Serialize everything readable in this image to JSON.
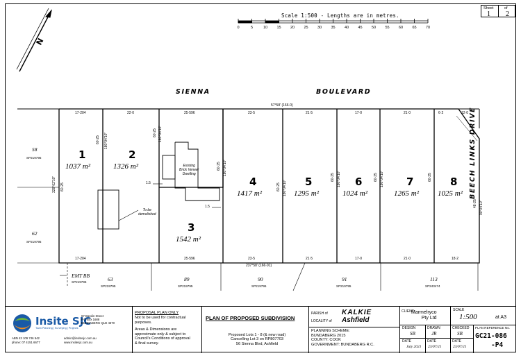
{
  "sheet": {
    "sheet_label": "Sheet",
    "of_label": "of",
    "number": "1",
    "total": "2"
  },
  "scale_bar": {
    "title": "Scale 1:500 - Lengths are in metres.",
    "ticks": [
      "0",
      "5",
      "10",
      "15",
      "20",
      "25",
      "30",
      "35",
      "40",
      "45",
      "50",
      "55",
      "60",
      "65",
      "70"
    ]
  },
  "north_label": "N",
  "roads": {
    "sienna": "SIENNA",
    "boulevard": "BOULEVARD",
    "beech_links": "BEECH LINKS DRIVE"
  },
  "dimensions": {
    "road_frontage": "57°58' (166·0)",
    "rear_bearing": "237°58' (166·01)",
    "left_boundary": "328°02'10\"",
    "left_boundary_len": "60·25",
    "lot1_front": "17·204",
    "lot1_rear": "17·204",
    "lot1_side": "60·25",
    "lot1_bearing": "180°04'10\"",
    "lot2_front": "22·0",
    "lot3_front": "25·596",
    "lot3_rear": "25·596",
    "lot3_side": "60·25",
    "lot3_bearing": "180°04'10\"",
    "lot4_front": "23·5",
    "lot4_rear": "23·5",
    "lot4_side": "60·25",
    "lot4_bearing": "180°04'10\"",
    "lot5_front": "21·5",
    "lot5_rear": "21·5",
    "lot5_side": "60·25",
    "lot5_bearing": "180°04'10\"",
    "lot6_front": "17·0",
    "lot6_rear": "17·0",
    "lot6_side": "60·25",
    "lot6_bearing": "180°04'10\"",
    "lot7_front": "21·0",
    "lot7_rear": "21·0",
    "lot7_side": "60·25",
    "lot7_bearing": "180°04'10\"",
    "lot8_front": "6·2",
    "lot8_rear": "18·2",
    "lot8_side": "48·25",
    "lot8_bearing": "90°04'10\"",
    "truncation": "12·0",
    "setback_a": "1.5",
    "setback_b": "1.5"
  },
  "lots": [
    {
      "number": "1",
      "area": "1037",
      "unit": "m²"
    },
    {
      "number": "2",
      "area": "1326",
      "unit": "m²"
    },
    {
      "number": "3",
      "area": "1542",
      "unit": "m²"
    },
    {
      "number": "4",
      "area": "1417",
      "unit": "m²"
    },
    {
      "number": "5",
      "area": "1295",
      "unit": "m²"
    },
    {
      "number": "6",
      "area": "1024",
      "unit": "m²"
    },
    {
      "number": "7",
      "area": "1265",
      "unit": "m²"
    },
    {
      "number": "8",
      "area": "1025",
      "unit": "m²"
    }
  ],
  "notes": {
    "existing_dwelling": "Existing\nBrick Veneer\nDwelling",
    "to_be_demolished": "To be\ndemolished",
    "emt": "EMT BB",
    "emt_sp": "SP219795"
  },
  "adjoining": [
    {
      "lot": "58",
      "plan": "SP219795"
    },
    {
      "lot": "62",
      "plan": "SP219795"
    },
    {
      "lot": "63",
      "plan": "SP219795"
    },
    {
      "lot": "89",
      "plan": "SP219795"
    },
    {
      "lot": "90",
      "plan": "SP219795"
    },
    {
      "lot": "91",
      "plan": "SP219795"
    },
    {
      "lot": "113",
      "plan": "SP243474"
    }
  ],
  "title_block": {
    "company": "Insite SJC",
    "company_tag": "Town Planning | Surveying | Projects",
    "address": [
      "67 Barolin Street",
      "P.O Box 1688",
      "BUNDABERG QLD 4670"
    ],
    "abn": "ABN 43 109 746 542",
    "phone": "phone: 07 4151 6677",
    "email": "admin@insitesjc.com.au",
    "web": "www.insitesjc.com.au",
    "proposal_heading": "PROPOSAL PLAN ONLY",
    "proposal_lines": [
      "Not to be used for contractual",
      "purposes.",
      "",
      "Areas & Dimensions are",
      "approximate only & subject to",
      "Council's Conditions of approval",
      "& final survey."
    ],
    "plan_title": "PLAN OF PROPOSED SUBDIVISION",
    "plan_desc": [
      "Proposed Lots 1 - 8 (& new road)",
      "Cancelling Lot 3 on RP807703",
      "56 Sienna Blvd, Ashfield"
    ],
    "parish_label": "PARISH of",
    "parish": "KALKIE",
    "locality_label": "LOCALITY of",
    "locality": "Ashfield",
    "planning_scheme": [
      "PLANNING SCHEME:",
      "BUNDABERG 2015",
      "COUNTY: COOK",
      "GOVERNMENT: BUNDABERG R.C."
    ],
    "client_label": "CLIENT:",
    "client": "Marmelryco\nPty Ltd",
    "design_label": "DESIGN",
    "design": "SB",
    "drawn_label": "DRAWN",
    "drawn": "JR",
    "checked_label": "CHECKED",
    "checked": "SB",
    "date_label": "DATE",
    "design_date": "July 2021",
    "drawn_date": "23/07/21",
    "checked_date": "23/07/21",
    "scale_label": "SCALE",
    "scale": "1:500",
    "scale_size": "at A3",
    "plan_ref_label": "PLAN REFERENCE No.",
    "plan_ref": "GC21-086",
    "plan_rev": "-P4"
  },
  "colors": {
    "brand_blue": "#1a5aa6",
    "brand_orange": "#f28c1e",
    "brand_green": "#6cb33f"
  }
}
